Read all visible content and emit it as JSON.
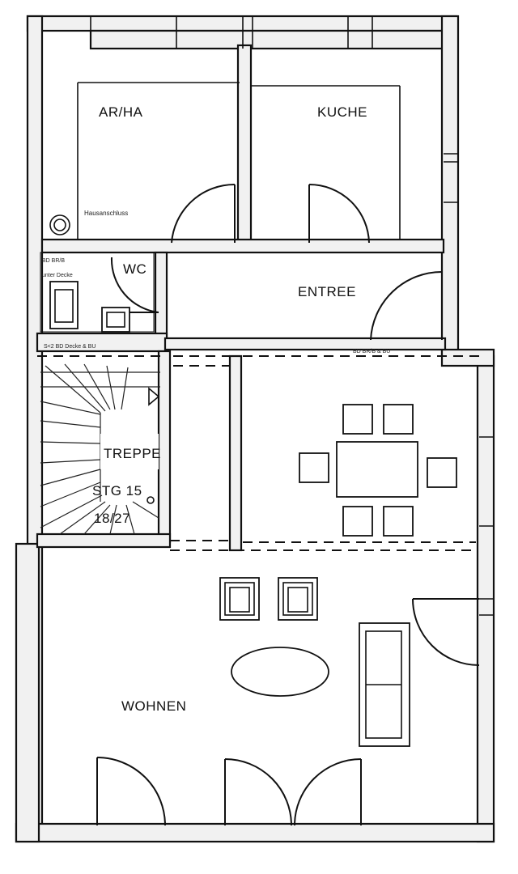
{
  "rooms": {
    "arbeit": "AR/HA",
    "kueche": "KUCHE",
    "wc": "WC",
    "entree": "ENTREE",
    "treppe": "TREPPE",
    "wohnen": "WOHNEN"
  },
  "stair": {
    "steps": "STG 15",
    "ratio": "18/27"
  },
  "notes": {
    "hausanschluss": "Hausanschluss",
    "wc_note_1": "BD BR/B",
    "wc_note_2": "unter Decke",
    "sill_left": "S<2 BD Decke & BU",
    "sill_right": "BD BR/B & BU"
  },
  "colors": {
    "ink": "#111111",
    "wall_fill": "#f1f1f1",
    "paper": "#ffffff"
  }
}
